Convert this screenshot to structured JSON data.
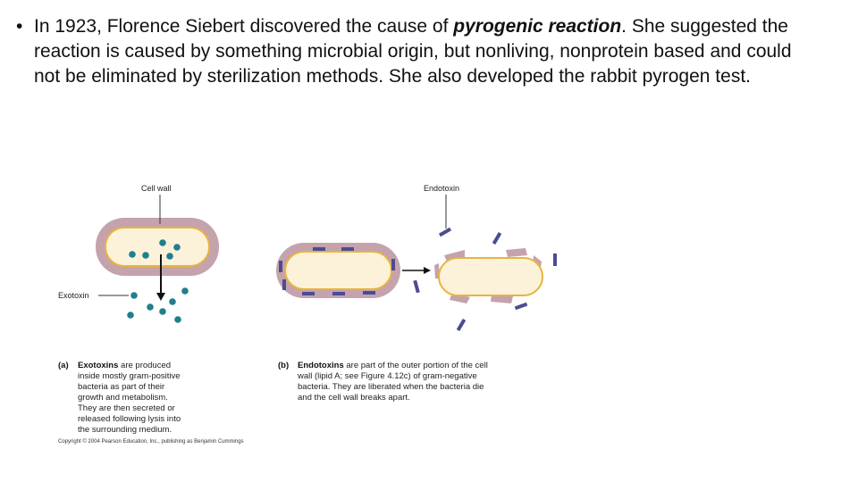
{
  "slide": {
    "bullet_symbol": "•",
    "text_before": "In 1923, Florence Siebert discovered the cause of ",
    "emphasis": "pyrogenic reaction",
    "text_after": ".  She suggested the reaction is caused by something microbial origin, but nonliving, nonprotein based and could not be eliminated by sterilization methods.  She also developed the rabbit pyrogen test."
  },
  "figure": {
    "labels": {
      "cell_wall": "Cell wall",
      "exotoxin": "Exotoxin",
      "endotoxin": "Endotoxin"
    },
    "caption_a": {
      "letter": "(a)",
      "term": "Exotoxins",
      "lines": [
        " are produced",
        "inside mostly gram-positive",
        "bacteria as part of their",
        "growth and metabolism.",
        "They are then secreted or",
        "released following lysis into",
        "the surrounding medium."
      ]
    },
    "caption_b": {
      "letter": "(b)",
      "term": "Endotoxins",
      "lines": [
        " are part of the outer portion of the cell",
        "wall (lipid A; see Figure 4.12c) of gram-negative",
        "bacteria. They are liberated when the bacteria die",
        "and the cell wall breaks apart."
      ]
    },
    "copyright": "Copyright © 2004 Pearson Education, Inc., publishing as Benjamin Cummings",
    "colors": {
      "cell_wall": "#c4a3ad",
      "cell_outline": "#e8b53a",
      "cytoplasm": "#fcf2da",
      "exotoxin": "#1f7f8c",
      "endotoxin": "#4b4c94"
    }
  }
}
